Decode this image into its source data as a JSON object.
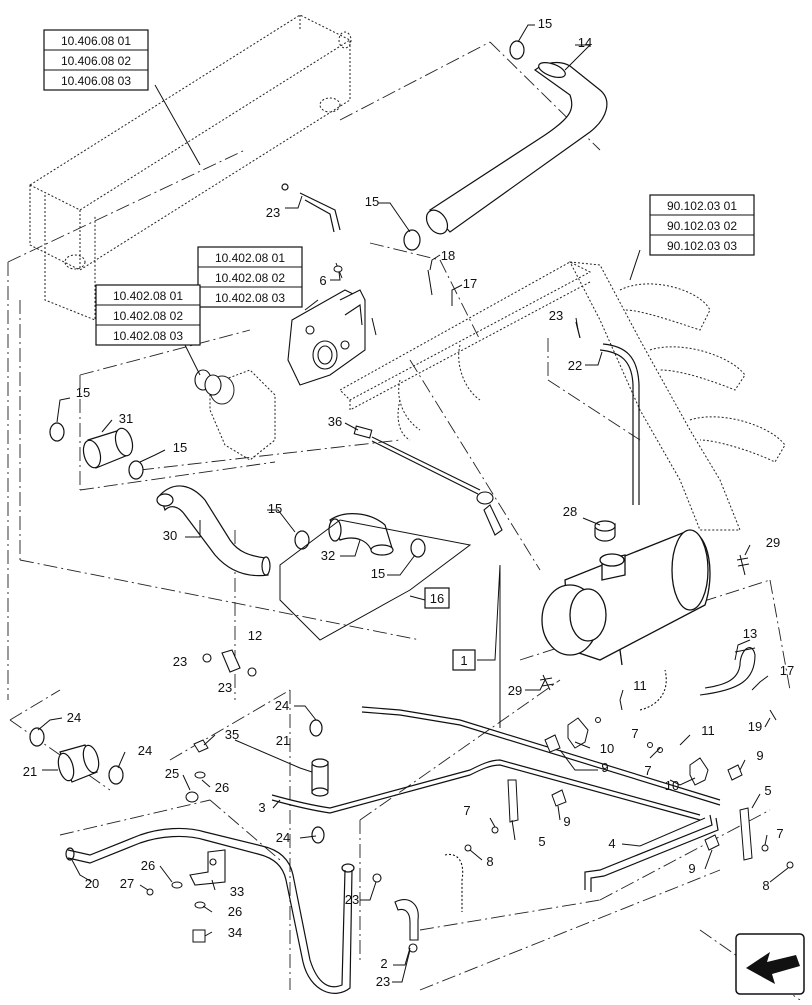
{
  "diagram": {
    "reference_boxes": {
      "radiator": [
        "10.406.08 01",
        "10.406.08 02",
        "10.406.08 03"
      ],
      "ladder": [
        "90.102.03 01",
        "90.102.03 02",
        "90.102.03 03"
      ],
      "pump_upper": [
        "10.402.08 01",
        "10.402.08 02",
        "10.402.08 03"
      ],
      "pump_lower": [
        "10.402.08 01",
        "10.402.08 02",
        "10.402.08 03"
      ]
    },
    "boxed_callouts": {
      "kit_16": "16",
      "kit_1": "1"
    },
    "callouts": {
      "c15_top": "15",
      "c14": "14",
      "c23_a": "23",
      "c15_b": "15",
      "c6": "6",
      "c18": "18",
      "c17_top": "17",
      "c23_b": "23",
      "c22": "22",
      "c15_c": "15",
      "c31": "31",
      "c15_d": "15",
      "c36": "36",
      "c15_e": "15",
      "c30": "30",
      "c32": "32",
      "c15_f": "15",
      "c28": "28",
      "c29_top": "29",
      "c12": "12",
      "c23_c": "23",
      "c23_d": "23",
      "c13": "13",
      "c17_r": "17",
      "c19": "19",
      "c29_mid": "29",
      "c11_a": "11",
      "c11_b": "11",
      "c7_a": "7",
      "c10_a": "10",
      "c9_a": "9",
      "c7_b": "7",
      "c10_b": "10",
      "c9_b": "9",
      "c24_a": "24",
      "c24_b": "24",
      "c21_a": "21",
      "c24_c": "24",
      "c35": "35",
      "c25": "25",
      "c26_a": "26",
      "c21_b": "21",
      "c3": "3",
      "c7_c": "7",
      "c9_c": "9",
      "c8_a": "8",
      "c5_a": "5",
      "c5_b": "5",
      "c4": "4",
      "c9_d": "9",
      "c7_d": "7",
      "c8_b": "8",
      "c24_d": "24",
      "c20": "20",
      "c27": "27",
      "c26_b": "26",
      "c33": "33",
      "c26_c": "26",
      "c34": "34",
      "c23_e": "23",
      "c2": "2",
      "c23_f": "23"
    }
  }
}
